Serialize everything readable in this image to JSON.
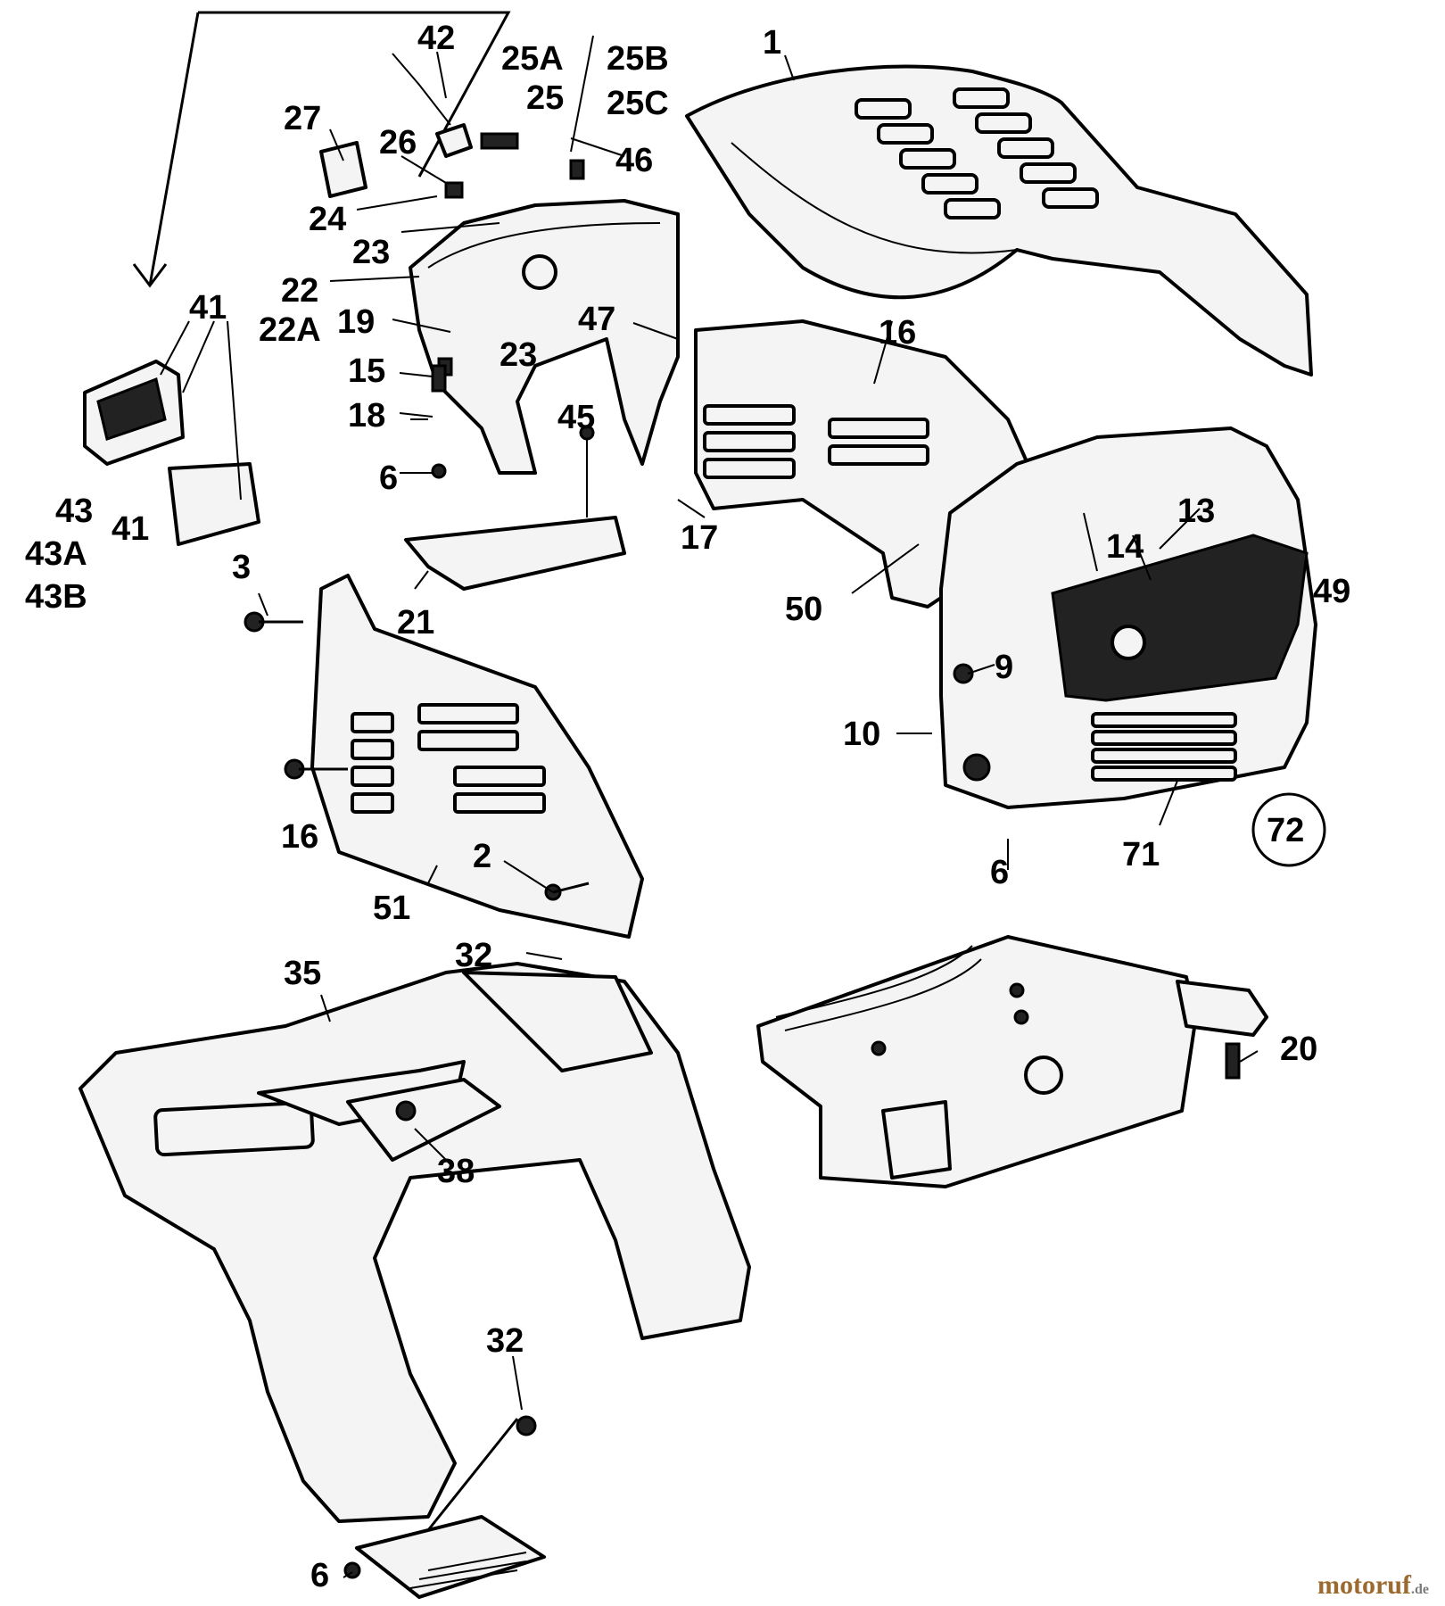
{
  "labels": {
    "p1": "1",
    "p42": "42",
    "p25A": "25A",
    "p25B": "25B",
    "p25": "25",
    "p25C": "25C",
    "p27": "27",
    "p26": "26",
    "p46": "46",
    "p24": "24",
    "p23a": "23",
    "p23b": "23",
    "p22": "22",
    "p22A": "22A",
    "p19": "19",
    "p47": "47",
    "p16a": "16",
    "p15": "15",
    "p18": "18",
    "p45": "45",
    "p6a": "6",
    "p41a": "41",
    "p41b": "41",
    "p43": "43",
    "p43A": "43A",
    "p43B": "43B",
    "p17": "17",
    "p13": "13",
    "p14": "14",
    "p49": "49",
    "p3": "3",
    "p21": "21",
    "p50": "50",
    "p9": "9",
    "p10": "10",
    "p16b": "16",
    "p2": "2",
    "p51": "51",
    "p6b": "6",
    "p71": "71",
    "p72": "72",
    "p35": "35",
    "p32a": "32",
    "p20": "20",
    "p38": "38",
    "p32b": "32",
    "p6c": "6"
  },
  "logo": {
    "name": "motoruf",
    "tld": ".de"
  }
}
